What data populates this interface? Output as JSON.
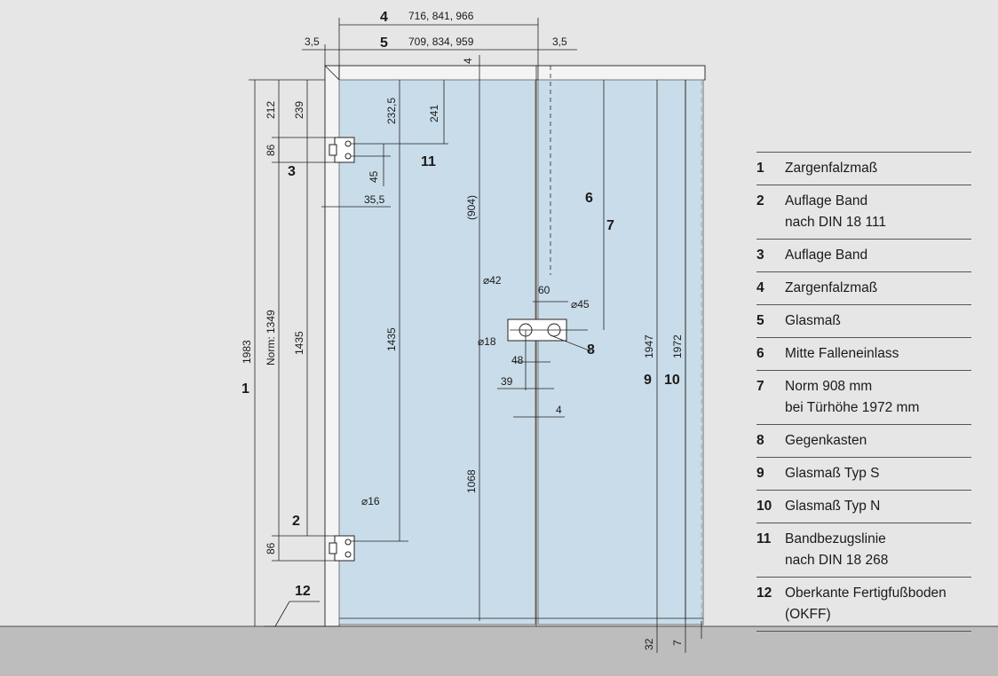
{
  "dimensions": {
    "d4": "716, 841, 966",
    "d5": "709, 834, 959",
    "d35_left": "3,5",
    "d35_right": "3,5",
    "d4_top": "4",
    "d212": "212",
    "d239": "239",
    "d2325": "232,5",
    "d241": "241",
    "d86_top": "86",
    "d45": "45",
    "d355": "35,5",
    "d904": "(904)",
    "d1983": "1983",
    "d_norm1349": "Norm: 1349",
    "d1435_a": "1435",
    "d1435_b": "1435",
    "d42": "⌀42",
    "d60": "60",
    "d45b": "⌀45",
    "d18": "⌀18",
    "d48": "48",
    "d39": "39",
    "d4_mid": "4",
    "d1068": "1068",
    "d1947": "1947",
    "d1972": "1972",
    "d16": "⌀16",
    "d86_bottom": "86",
    "d32": "32",
    "d7": "7"
  },
  "markers": {
    "m1": "1",
    "m2": "2",
    "m3": "3",
    "m4": "4",
    "m5": "5",
    "m6": "6",
    "m7": "7",
    "m8": "8",
    "m9": "9",
    "m10": "10",
    "m11": "11",
    "m12": "12"
  },
  "legend": [
    {
      "num": "1",
      "text": "Zargenfalzmaß"
    },
    {
      "num": "2",
      "text": "Auflage Band\nnach DIN 18 111"
    },
    {
      "num": "3",
      "text": "Auflage Band"
    },
    {
      "num": "4",
      "text": "Zargenfalzmaß"
    },
    {
      "num": "5",
      "text": "Glasmaß"
    },
    {
      "num": "6",
      "text": "Mitte Falleneinlass"
    },
    {
      "num": "7",
      "text": "Norm 908 mm\nbei Türhöhe 1972 mm"
    },
    {
      "num": "8",
      "text": "Gegenkasten"
    },
    {
      "num": "9",
      "text": "Glasmaß Typ S"
    },
    {
      "num": "10",
      "text": "Glasmaß Typ N"
    },
    {
      "num": "11",
      "text": "Bandbezugslinie\nnach DIN 18 268"
    },
    {
      "num": "12",
      "text": "Oberkante Fertigfußboden\n(OKFF)"
    }
  ],
  "colors": {
    "background": "#e6e6e6",
    "floor": "#bdbdbd",
    "glass": "#c9dce9",
    "frame": "#f4f4f4"
  }
}
